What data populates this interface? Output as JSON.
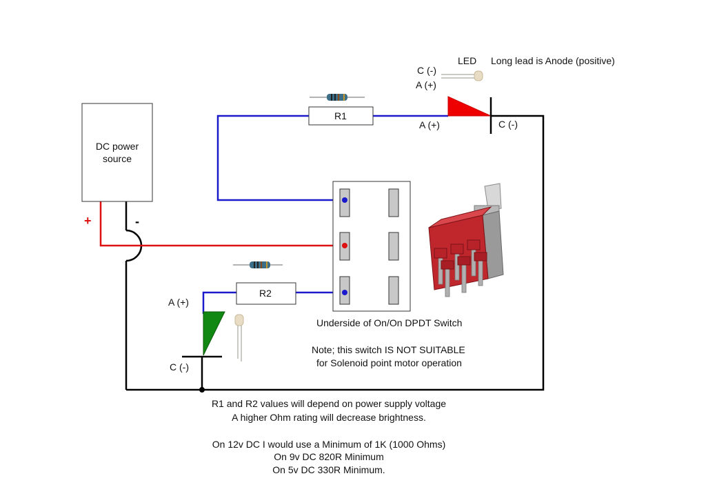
{
  "power_source": {
    "label_line1": "DC power",
    "label_line2": "source",
    "positive_sign": "+",
    "negative_sign": "-"
  },
  "resistors": {
    "r1": "R1",
    "r2": "R2"
  },
  "led_top": {
    "title": "LED",
    "note": "Long lead is Anode (positive)",
    "legend_cathode": "C (-)",
    "legend_anode": "A (+)",
    "anode_label": "A (+)",
    "cathode_label": "C (-)"
  },
  "led_bottom": {
    "anode_label": "A (+)",
    "cathode_label": "C (-)"
  },
  "switch": {
    "caption": "Underside of On/On DPDT Switch",
    "note_line1": "Note; this switch IS NOT SUITABLE",
    "note_line2": "for Solenoid point motor operation"
  },
  "footer": {
    "line1": "R1 and R2 values will depend on power supply voltage",
    "line2": "A higher Ohm rating will decrease brightness.",
    "line3": "On 12v DC I would use a Minimum of 1K (1000 Ohms)",
    "line4": "On 9v DC 820R Minimum",
    "line5": "On 5v DC 330R Minimum."
  },
  "colors": {
    "wire_blue": "#1a1acc",
    "wire_red": "#dd1111",
    "wire_black": "#000000",
    "led_top_fill": "#ee0000",
    "led_bottom_fill": "#118811",
    "switch_pin": "#c8c8c8",
    "switch_body": "#c0272d"
  }
}
